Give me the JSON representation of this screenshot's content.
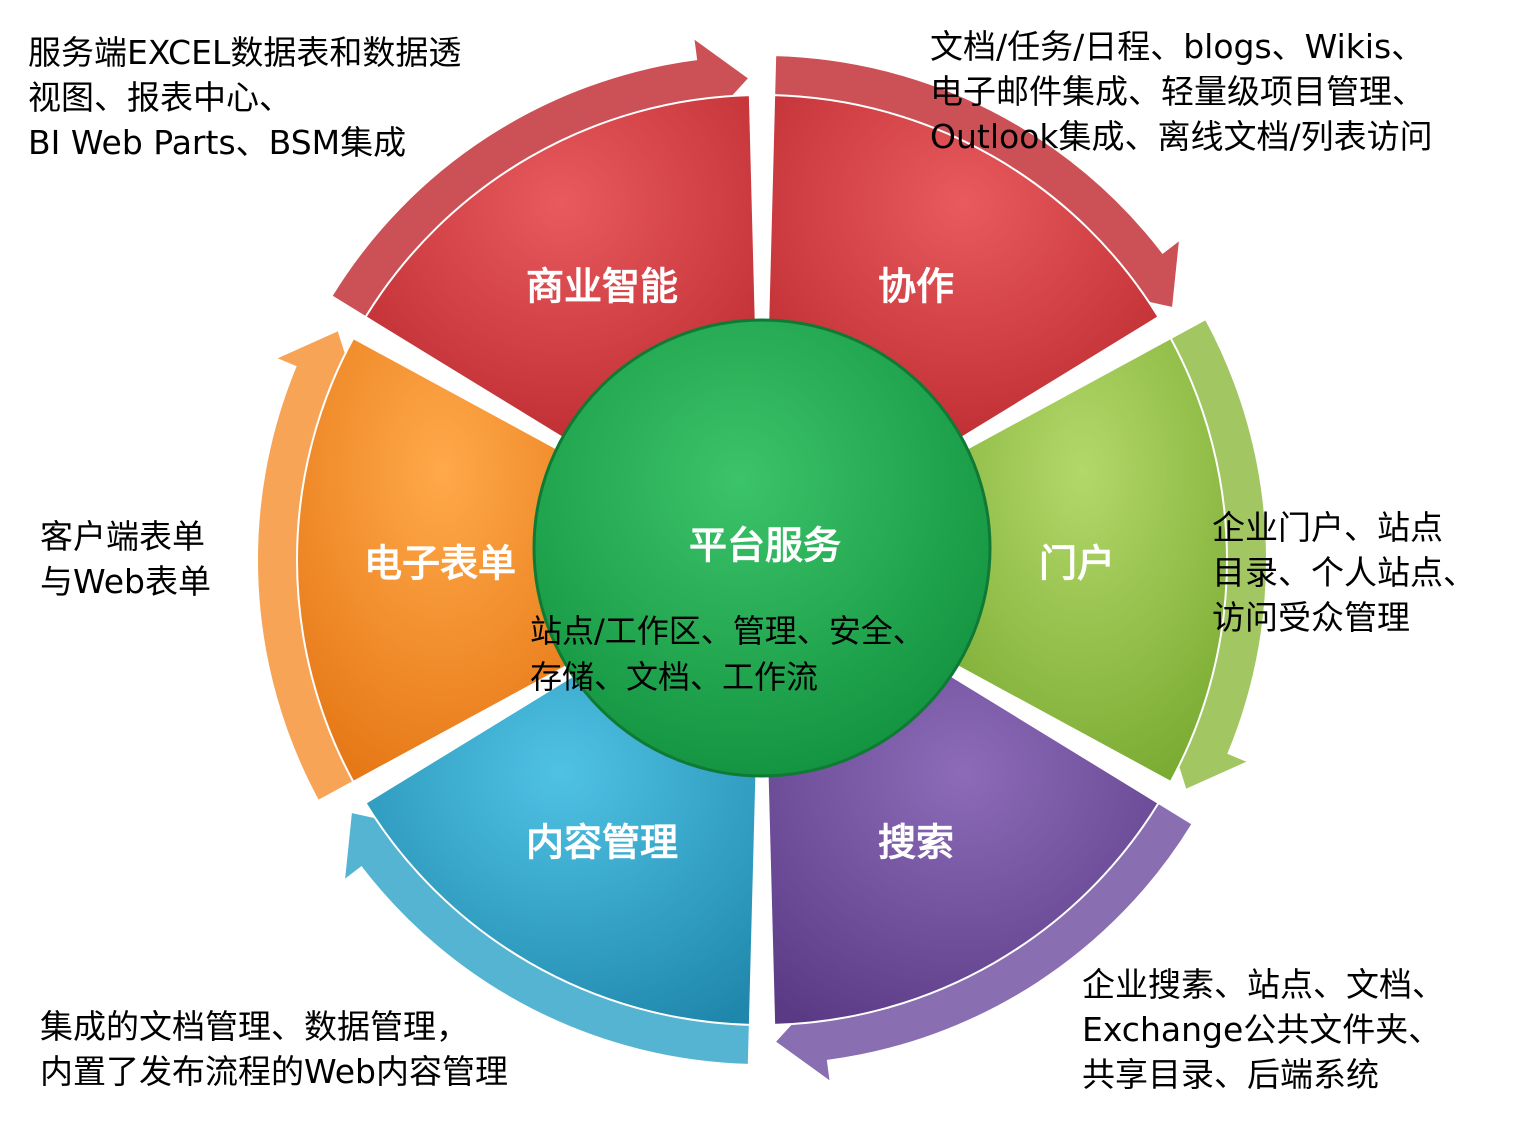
{
  "center": {
    "title": "平台服务",
    "description": [
      "站点/工作区、管理、安全、",
      "存储、文档、工作流"
    ],
    "color": "#1aa64a"
  },
  "segments": [
    {
      "id": "bi",
      "label": "商业智能",
      "color": "#d13b3f",
      "description": [
        "服务端EXCEL数据表和数据透",
        "视图、报表中心、",
        "BI Web Parts、BSM集成"
      ]
    },
    {
      "id": "collab",
      "label": "协作",
      "color": "#d13b3f",
      "description": [
        "文档/任务/日程、blogs、Wikis、",
        "电子邮件集成、轻量级项目管理、",
        "Outlook集成、离线文档/列表访问"
      ]
    },
    {
      "id": "portal",
      "label": "门户",
      "color": "#8fbe3e",
      "description": [
        "企业门户、站点",
        "目录、个人站点、",
        "访问受众管理"
      ]
    },
    {
      "id": "search",
      "label": "搜索",
      "color": "#6f4b9b",
      "description": [
        "企业搜素、站点、文档、",
        "Exchange公共文件夹、",
        "共享目录、后端系统"
      ]
    },
    {
      "id": "content",
      "label": "内容管理",
      "color": "#2ea3c9",
      "description": [
        "集成的文档管理、数据管理，",
        "内置了发布流程的Web内容管理"
      ]
    },
    {
      "id": "forms",
      "label": "电子表单",
      "color": "#f08a24",
      "description": [
        "客户端表单",
        "与Web表单"
      ]
    }
  ]
}
